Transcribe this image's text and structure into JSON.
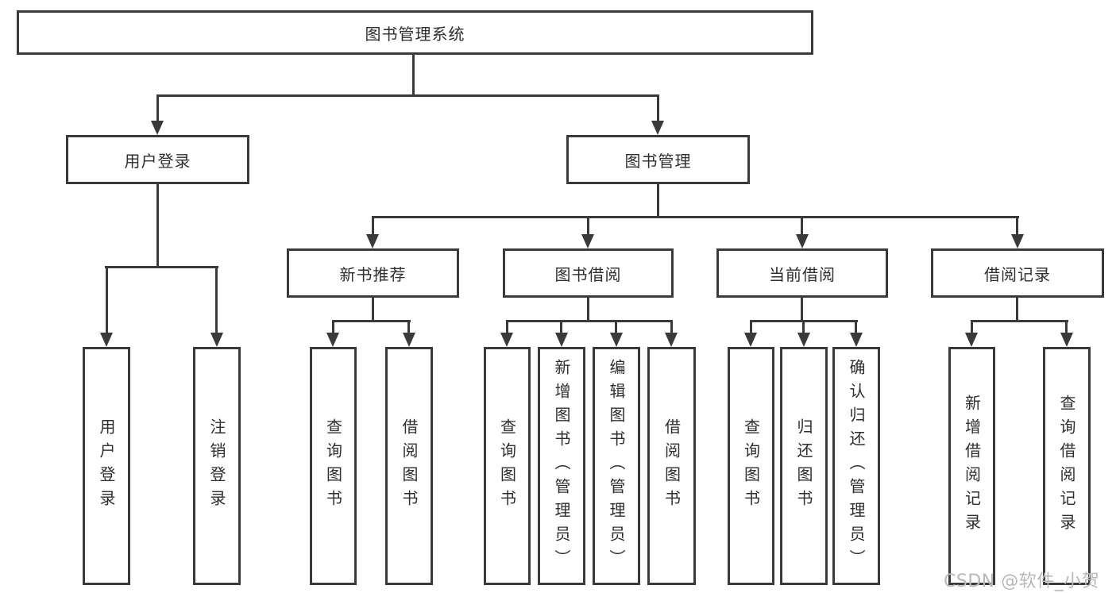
{
  "diagram": {
    "root": {
      "label": "图书管理系统",
      "children": [
        {
          "label": "用户登录",
          "children": [
            {
              "label": "用户登录"
            },
            {
              "label": "注销登录"
            }
          ]
        },
        {
          "label": "图书管理",
          "children": [
            {
              "label": "新书推荐",
              "children": [
                {
                  "label": "查询图书"
                },
                {
                  "label": "借阅图书"
                }
              ]
            },
            {
              "label": "图书借阅",
              "children": [
                {
                  "label": "查询图书"
                },
                {
                  "label": "新增图书（管理员）"
                },
                {
                  "label": "编辑图书（管理员）"
                },
                {
                  "label": "借阅图书"
                }
              ]
            },
            {
              "label": "当前借阅",
              "children": [
                {
                  "label": "查询图书"
                },
                {
                  "label": "归还图书"
                },
                {
                  "label": "确认归还（管理员）"
                }
              ]
            },
            {
              "label": "借阅记录",
              "children": [
                {
                  "label": "新增借阅记录"
                },
                {
                  "label": "查询借阅记录"
                }
              ]
            }
          ]
        }
      ]
    }
  },
  "watermark": "CSDN @软件_小贺同学",
  "colors": {
    "line": "#3a3a3a",
    "text": "#2e2e2e",
    "box_fill": "#ffffff",
    "background": "#ffffff",
    "watermark": "#b8b8b8"
  }
}
